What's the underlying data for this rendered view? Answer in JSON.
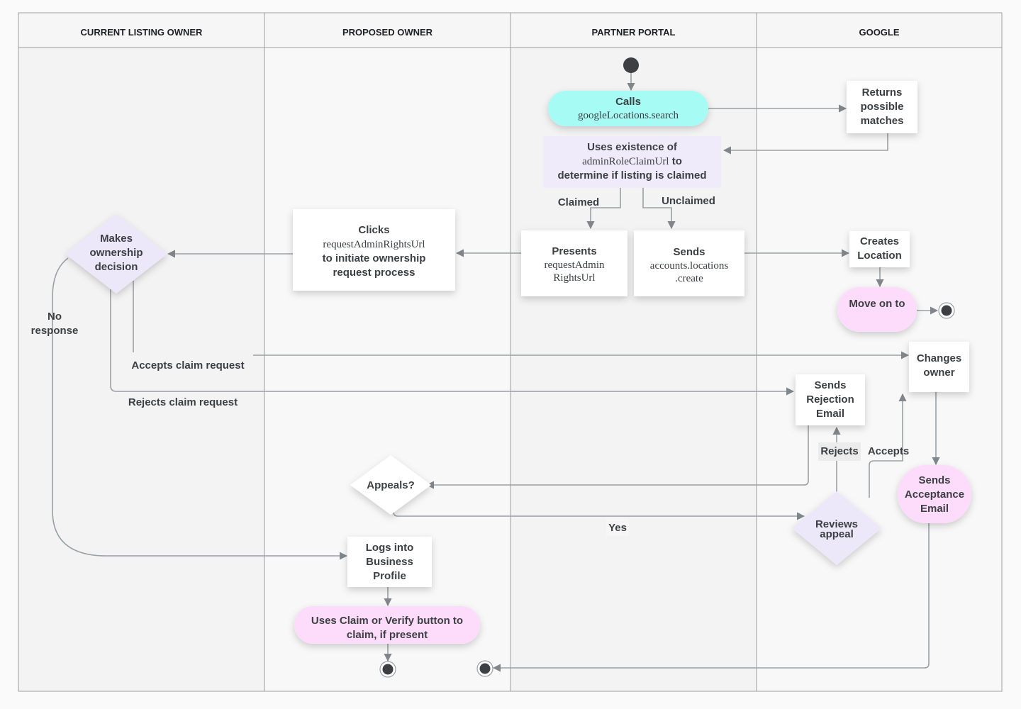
{
  "lanes": [
    "CURRENT LISTING OWNER",
    "PROPOSED OWNER",
    "PARTNER PORTAL",
    "GOOGLE"
  ],
  "colors": {
    "pill_cyan": "#a6fcf5",
    "pill_pink": "#fddcfb",
    "decision_lavender": "#ece8fa",
    "box_white": "#ffffff",
    "text": "#3c4043",
    "edge": "#9aa0a6",
    "terminal": "#3c4043"
  },
  "nodes": {
    "calls": {
      "lines": [
        "Calls",
        {
          "code": "googleLocations.search"
        }
      ]
    },
    "returns": {
      "lines": [
        "Returns",
        "possible",
        "matches"
      ]
    },
    "uses_existence": {
      "lines": [
        "Uses existence of",
        {
          "code": "adminRoleClaimUrl",
          "after": " to"
        },
        "determine if listing is claimed"
      ]
    },
    "presents": {
      "lines": [
        "Presents",
        {
          "code": "requestAdmin"
        },
        {
          "code": "RightsUrl"
        }
      ]
    },
    "sends_create": {
      "lines": [
        "Sends",
        {
          "code": "accounts.locations"
        },
        {
          "code": ".create"
        }
      ]
    },
    "creates_location": {
      "lines": [
        "Creates",
        "Location"
      ]
    },
    "move_on": {
      "lines": [
        "Move on to"
      ]
    },
    "clicks": {
      "lines": [
        "Clicks",
        {
          "code": "requestAdminRightsUrl"
        },
        "to initiate ownership",
        "request process"
      ]
    },
    "makes_decision": {
      "lines": [
        "Makes",
        "ownership",
        "decision"
      ]
    },
    "changes_owner": {
      "lines": [
        "Changes",
        "owner"
      ]
    },
    "sends_rejection": {
      "lines": [
        "Sends",
        "Rejection",
        "Email"
      ]
    },
    "appeals": {
      "lines": [
        "Appeals?"
      ]
    },
    "reviews_appeal": {
      "lines": [
        "Reviews",
        "appeal"
      ]
    },
    "sends_acceptance": {
      "lines": [
        "Sends",
        "Acceptance",
        "Email"
      ]
    },
    "logs_into": {
      "lines": [
        "Logs into",
        "Business",
        "Profile"
      ]
    },
    "uses_claim": {
      "lines": [
        "Uses Claim or Verify button to",
        "claim, if present"
      ]
    }
  },
  "edge_labels": {
    "claimed": "Claimed",
    "unclaimed": "Unclaimed",
    "no_response": [
      "No",
      "response"
    ],
    "accepts_claim": "Accepts claim request",
    "rejects_claim": "Rejects claim request",
    "yes": "Yes",
    "rejects": "Rejects",
    "accepts": "Accepts"
  }
}
